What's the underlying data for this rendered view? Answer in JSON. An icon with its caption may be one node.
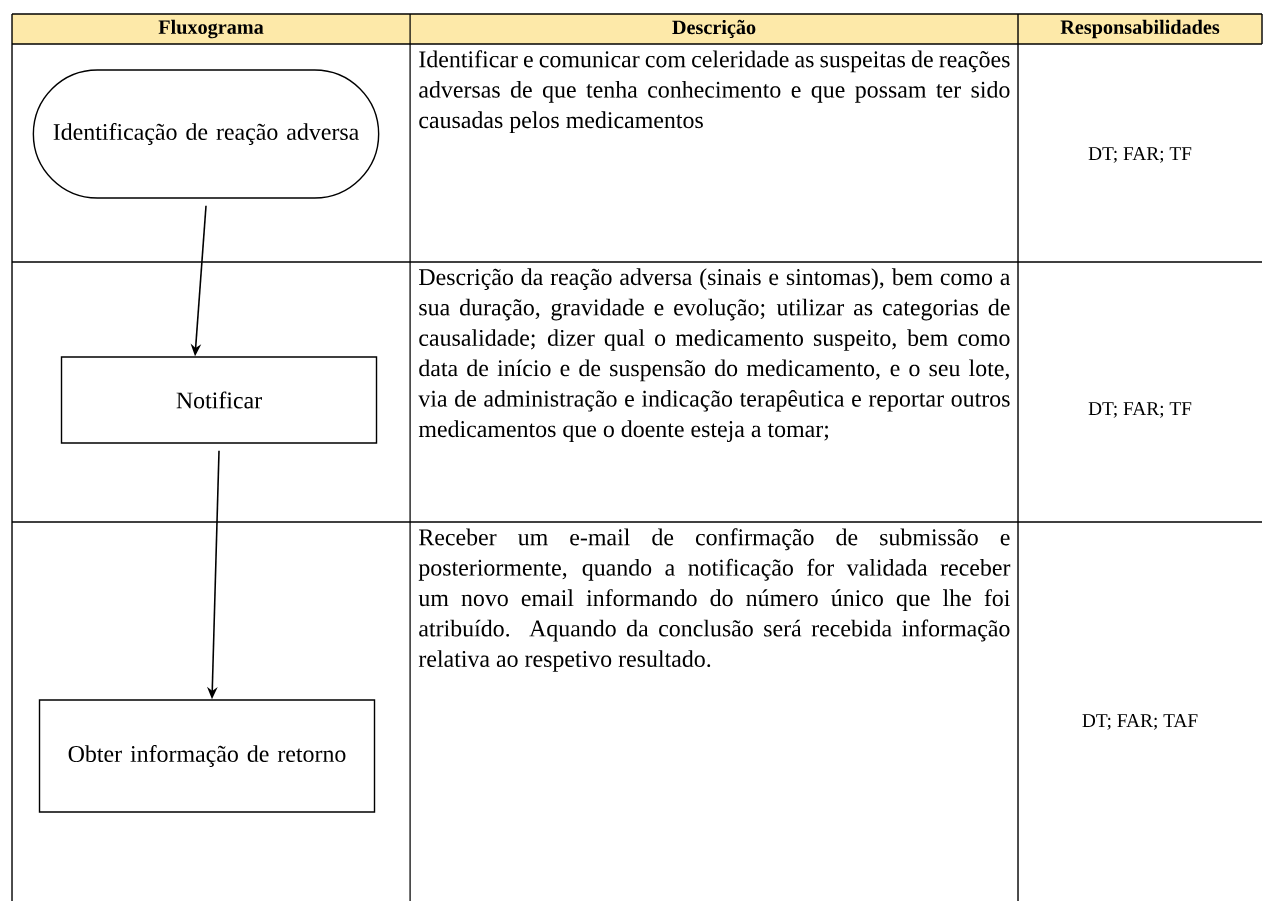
{
  "diagram": {
    "nodes": [
      {
        "text": [
          "Identificação de reação adversa"
        ]
      },
      {
        "text": [
          "Notificar"
        ]
      },
      {
        "text": [
          "Obter informação de retorno"
        ]
      }
    ],
    "edges": [
      {
        "from": 0,
        "to": 1,
        "arrow": "to"
      },
      {
        "from": 1,
        "to": 2,
        "arrow": "to"
      }
    ],
    "labels": [
      "Fluxograma",
      "Descrição",
      "Responsabilidades",
      "Identificar e comunicar com celeridade as suspeitas de reações adversas de que tenha conhecimento e que possam ter sido causadas pelos medicamentos",
      "DT; FAR; TF",
      "Descrição da reação adversa (sinais e sintomas), bem como a sua duração, gravidade e evolução; utilizar as categorias de causalidade; dizer qual o medicamento suspeito, bem como data de início e de suspensão do medicamento, e o seu lote, via de administração e indicação terapêutica e reportar outros medicamentos que o doente esteja a tomar;",
      "DT; FAR; TF",
      "Receber um e-mail de confirmação de submissão e posteriormente, quando a notificação for validada receber um novo email informando do número único que lhe foi atribuído. Aquando da conclusão será recebida informação relativa ao respetivo resultado.",
      "DT; FAR; TAF"
    ]
  }
}
